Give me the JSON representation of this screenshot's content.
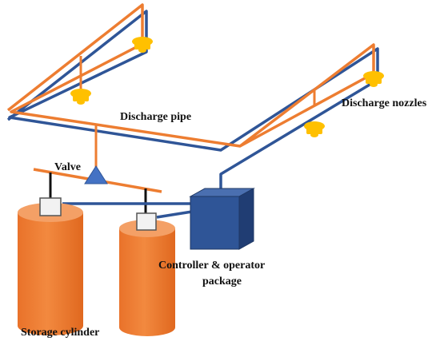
{
  "labels": {
    "discharge_nozzles": "Discharge nozzles",
    "discharge_pipe": "Discharge pipe",
    "valve": "Valve",
    "controller_line1": "Controller & operator",
    "controller_line2": "package",
    "storage_cylinder": "Storage cylinder"
  },
  "colors": {
    "orange_pipe": "#ed7d31",
    "blue_pipe": "#2f5597",
    "nozzle": "#ffc000",
    "cylinder": "#ed7d31",
    "controller": "#2f5597",
    "valve": "#4472c4",
    "cap": "#f2f2f2"
  }
}
